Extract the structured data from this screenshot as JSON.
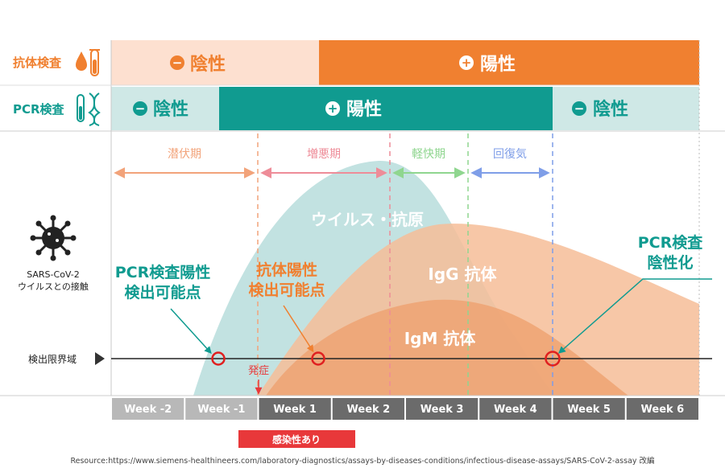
{
  "colors": {
    "antibody_orange": "#f08030",
    "antibody_negative_bg": "#fde0d0",
    "pcr_teal": "#109b90",
    "pcr_negative_bg": "#cfe8e6",
    "virus_curve": "#bfe0df",
    "igg_curve": "#f6bd98",
    "igm_curve": "#eea16f",
    "detection_circle": "#e02020",
    "infectious_red": "#e8383a"
  },
  "left_labels": {
    "antibody_test": "抗体検査",
    "pcr_test": "PCR検査",
    "virus_name": "SARS-CoV-2",
    "virus_contact": "ウイルスとの接触",
    "detection_limit": "検出限界域"
  },
  "icons": {
    "antibody_icon": "blood-drop-test-tube-icon",
    "pcr_icon": "dna-test-tube-icon",
    "virus_icon": "virus-icon",
    "arrow_icon": "triangle-right-icon"
  },
  "antibody_row": {
    "negative": "陰性",
    "positive": "陽性",
    "negative_sign": "−",
    "positive_sign": "+"
  },
  "pcr_row": {
    "negative_1": "陰性",
    "positive": "陽性",
    "negative_2": "陰性",
    "negative_sign": "−",
    "positive_sign": "+"
  },
  "phases": {
    "incubation": "潜伏期",
    "worsening": "増悪期",
    "remission": "軽快期",
    "recovery": "回復気"
  },
  "curves": {
    "virus_antigen": "ウイルス・抗原",
    "igg": "IgG 抗体",
    "igm": "IgM 抗体"
  },
  "annotations": {
    "pcr_positive_line1": "PCR検査陽性",
    "pcr_positive_line2": "検出可能点",
    "antibody_positive_line1": "抗体陽性",
    "antibody_positive_line2": "検出可能点",
    "pcr_negative_line1": "PCR検査",
    "pcr_negative_line2": "陰性化",
    "onset": "発症"
  },
  "weeks": [
    "Week -2",
    "Week -1",
    "Week 1",
    "Week 2",
    "Week 3",
    "Week 4",
    "Week 5",
    "Week 6"
  ],
  "infectious_label": "感染性あり",
  "source": "Resource:https://www.siemens-healthineers.com/laboratory-diagnostics/assays-by-diseases-conditions/infectious-disease-assays/SARS-CoV-2-assay 改編"
}
